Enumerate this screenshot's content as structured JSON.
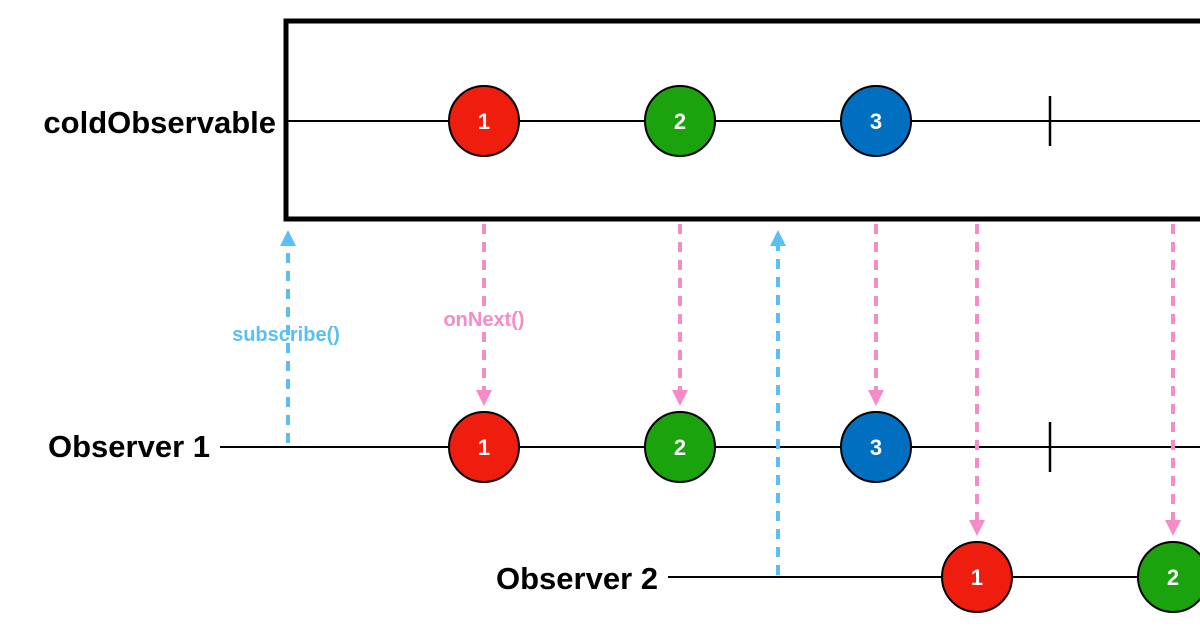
{
  "colors": {
    "line": "#000000",
    "subscribe_arrow": "#5ABFF2",
    "emit_arrow": "#F58BC7",
    "marble_red": "#EE1D0E",
    "marble_green": "#1BA30D",
    "marble_blue": "#006FBF"
  },
  "lanes": {
    "cold_observable": {
      "label": "coldObservable"
    },
    "observer_1": {
      "label": "Observer 1"
    },
    "observer_2": {
      "label": "Observer 2"
    }
  },
  "annotations": {
    "subscribe": "subscribe()",
    "on_next": "onNext()"
  },
  "marbles": {
    "cold_observable": [
      {
        "value": "1",
        "color": "marble_red"
      },
      {
        "value": "2",
        "color": "marble_green"
      },
      {
        "value": "3",
        "color": "marble_blue"
      }
    ],
    "observer_1": [
      {
        "value": "1",
        "color": "marble_red"
      },
      {
        "value": "2",
        "color": "marble_green"
      },
      {
        "value": "3",
        "color": "marble_blue"
      }
    ],
    "observer_2": [
      {
        "value": "1",
        "color": "marble_red"
      },
      {
        "value": "2",
        "color": "marble_green"
      }
    ]
  }
}
